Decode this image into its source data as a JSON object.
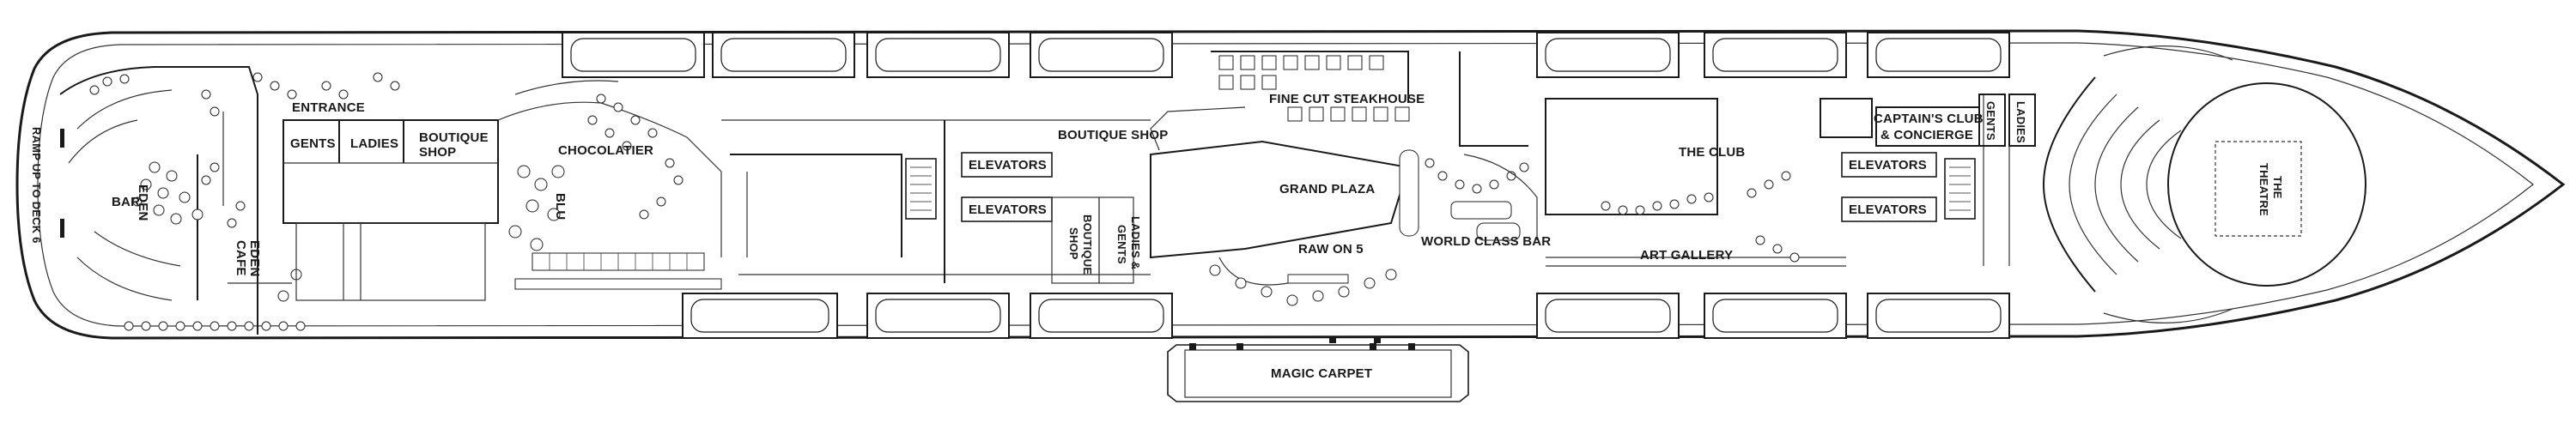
{
  "deck_plan": {
    "venues": {
      "ramp": "RAMP UP TO DECK 6",
      "entrance": "ENTRANCE",
      "gents_aft": "GENTS",
      "ladies_aft": "LADIES",
      "boutique_shop_aft_1": "BOUTIQUE",
      "boutique_shop_aft_2": "SHOP",
      "eden_bar_1": "EDEN",
      "eden_bar_2": "BAR",
      "eden_cafe_1": "EDEN",
      "eden_cafe_2": "CAFE",
      "chocolatier": "CHOCOLATIER",
      "blu": "BLU",
      "boutique_shop_mid": "BOUTIQUE SHOP",
      "elevators_aft_1": "ELEVATORS",
      "elevators_aft_2": "ELEVATORS",
      "boutique_shop_small_1": "BOUTIQUE",
      "boutique_shop_small_2": "SHOP",
      "ladies_gents_1": "LADIES &",
      "ladies_gents_2": "GENTS",
      "fine_cut_steakhouse": "FINE CUT STEAKHOUSE",
      "grand_plaza": "GRAND PLAZA",
      "raw_on_5": "RAW ON 5",
      "world_class_bar": "WORLD CLASS BAR",
      "magic_carpet": "MAGIC CARPET",
      "the_club": "THE CLUB",
      "art_gallery": "ART GALLERY",
      "captains_club_1": "CAPTAIN'S CLUB",
      "captains_club_2": "& CONCIERGE",
      "elevators_fwd_1": "ELEVATORS",
      "elevators_fwd_2": "ELEVATORS",
      "gents_fwd": "GENTS",
      "ladies_fwd": "LADIES",
      "theatre_1": "THE",
      "theatre_2": "THEATRE"
    },
    "colors": {
      "ink": "#1a1a1a",
      "background": "#ffffff"
    }
  }
}
